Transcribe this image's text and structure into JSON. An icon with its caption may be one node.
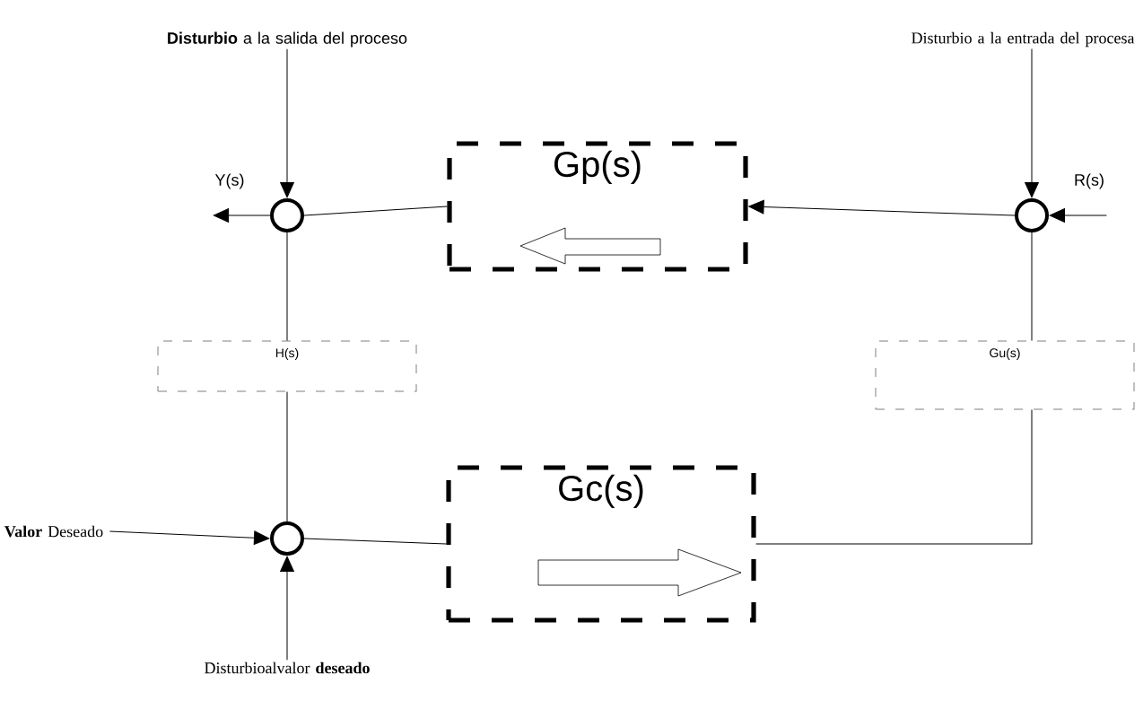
{
  "diagram": {
    "nodes": [
      {
        "text": [
          "**Disturbio** a la salida del proceso"
        ]
      },
      {
        "text": [
          "Disturbio a la entrada del procesa"
        ]
      },
      {
        "text": [
          "Y(s)"
        ]
      },
      {
        "text": [],
        "shape": "circle"
      },
      {
        "text": [
          "Gp(s)"
        ]
      },
      {
        "text": [],
        "shape": "circle"
      },
      {
        "text": [
          "R(s)"
        ]
      },
      {
        "text": [
          "H(s)"
        ]
      },
      {
        "text": [
          "Gu(s)"
        ]
      },
      {
        "text": [
          "**Valor** Deseado"
        ]
      },
      {
        "text": [],
        "shape": "circle"
      },
      {
        "text": [
          "Gc(s)"
        ]
      },
      {
        "text": [
          "Disturbioalvalor **deseado**"
        ]
      }
    ],
    "edges": [
      {
        "from": 0,
        "to": 3,
        "arrow": "to"
      },
      {
        "from": 3,
        "to": 2,
        "arrow": "to"
      },
      {
        "from": 4,
        "to": 3,
        "arrow": "none"
      },
      {
        "from": 5,
        "to": 4,
        "arrow": "to"
      },
      {
        "from": 1,
        "to": 5,
        "arrow": "to"
      },
      {
        "from": 6,
        "to": 5,
        "arrow": "to"
      },
      {
        "from": 3,
        "to": 7,
        "arrow": "none"
      },
      {
        "from": 7,
        "to": 10,
        "arrow": "none"
      },
      {
        "from": 9,
        "to": 10,
        "arrow": "to"
      },
      {
        "from": 12,
        "to": 10,
        "arrow": "to"
      },
      {
        "from": 10,
        "to": 11,
        "arrow": "none"
      },
      {
        "from": 5,
        "to": 8,
        "arrow": "none"
      },
      {
        "from": 8,
        "to": 11,
        "arrow": "none"
      }
    ]
  }
}
